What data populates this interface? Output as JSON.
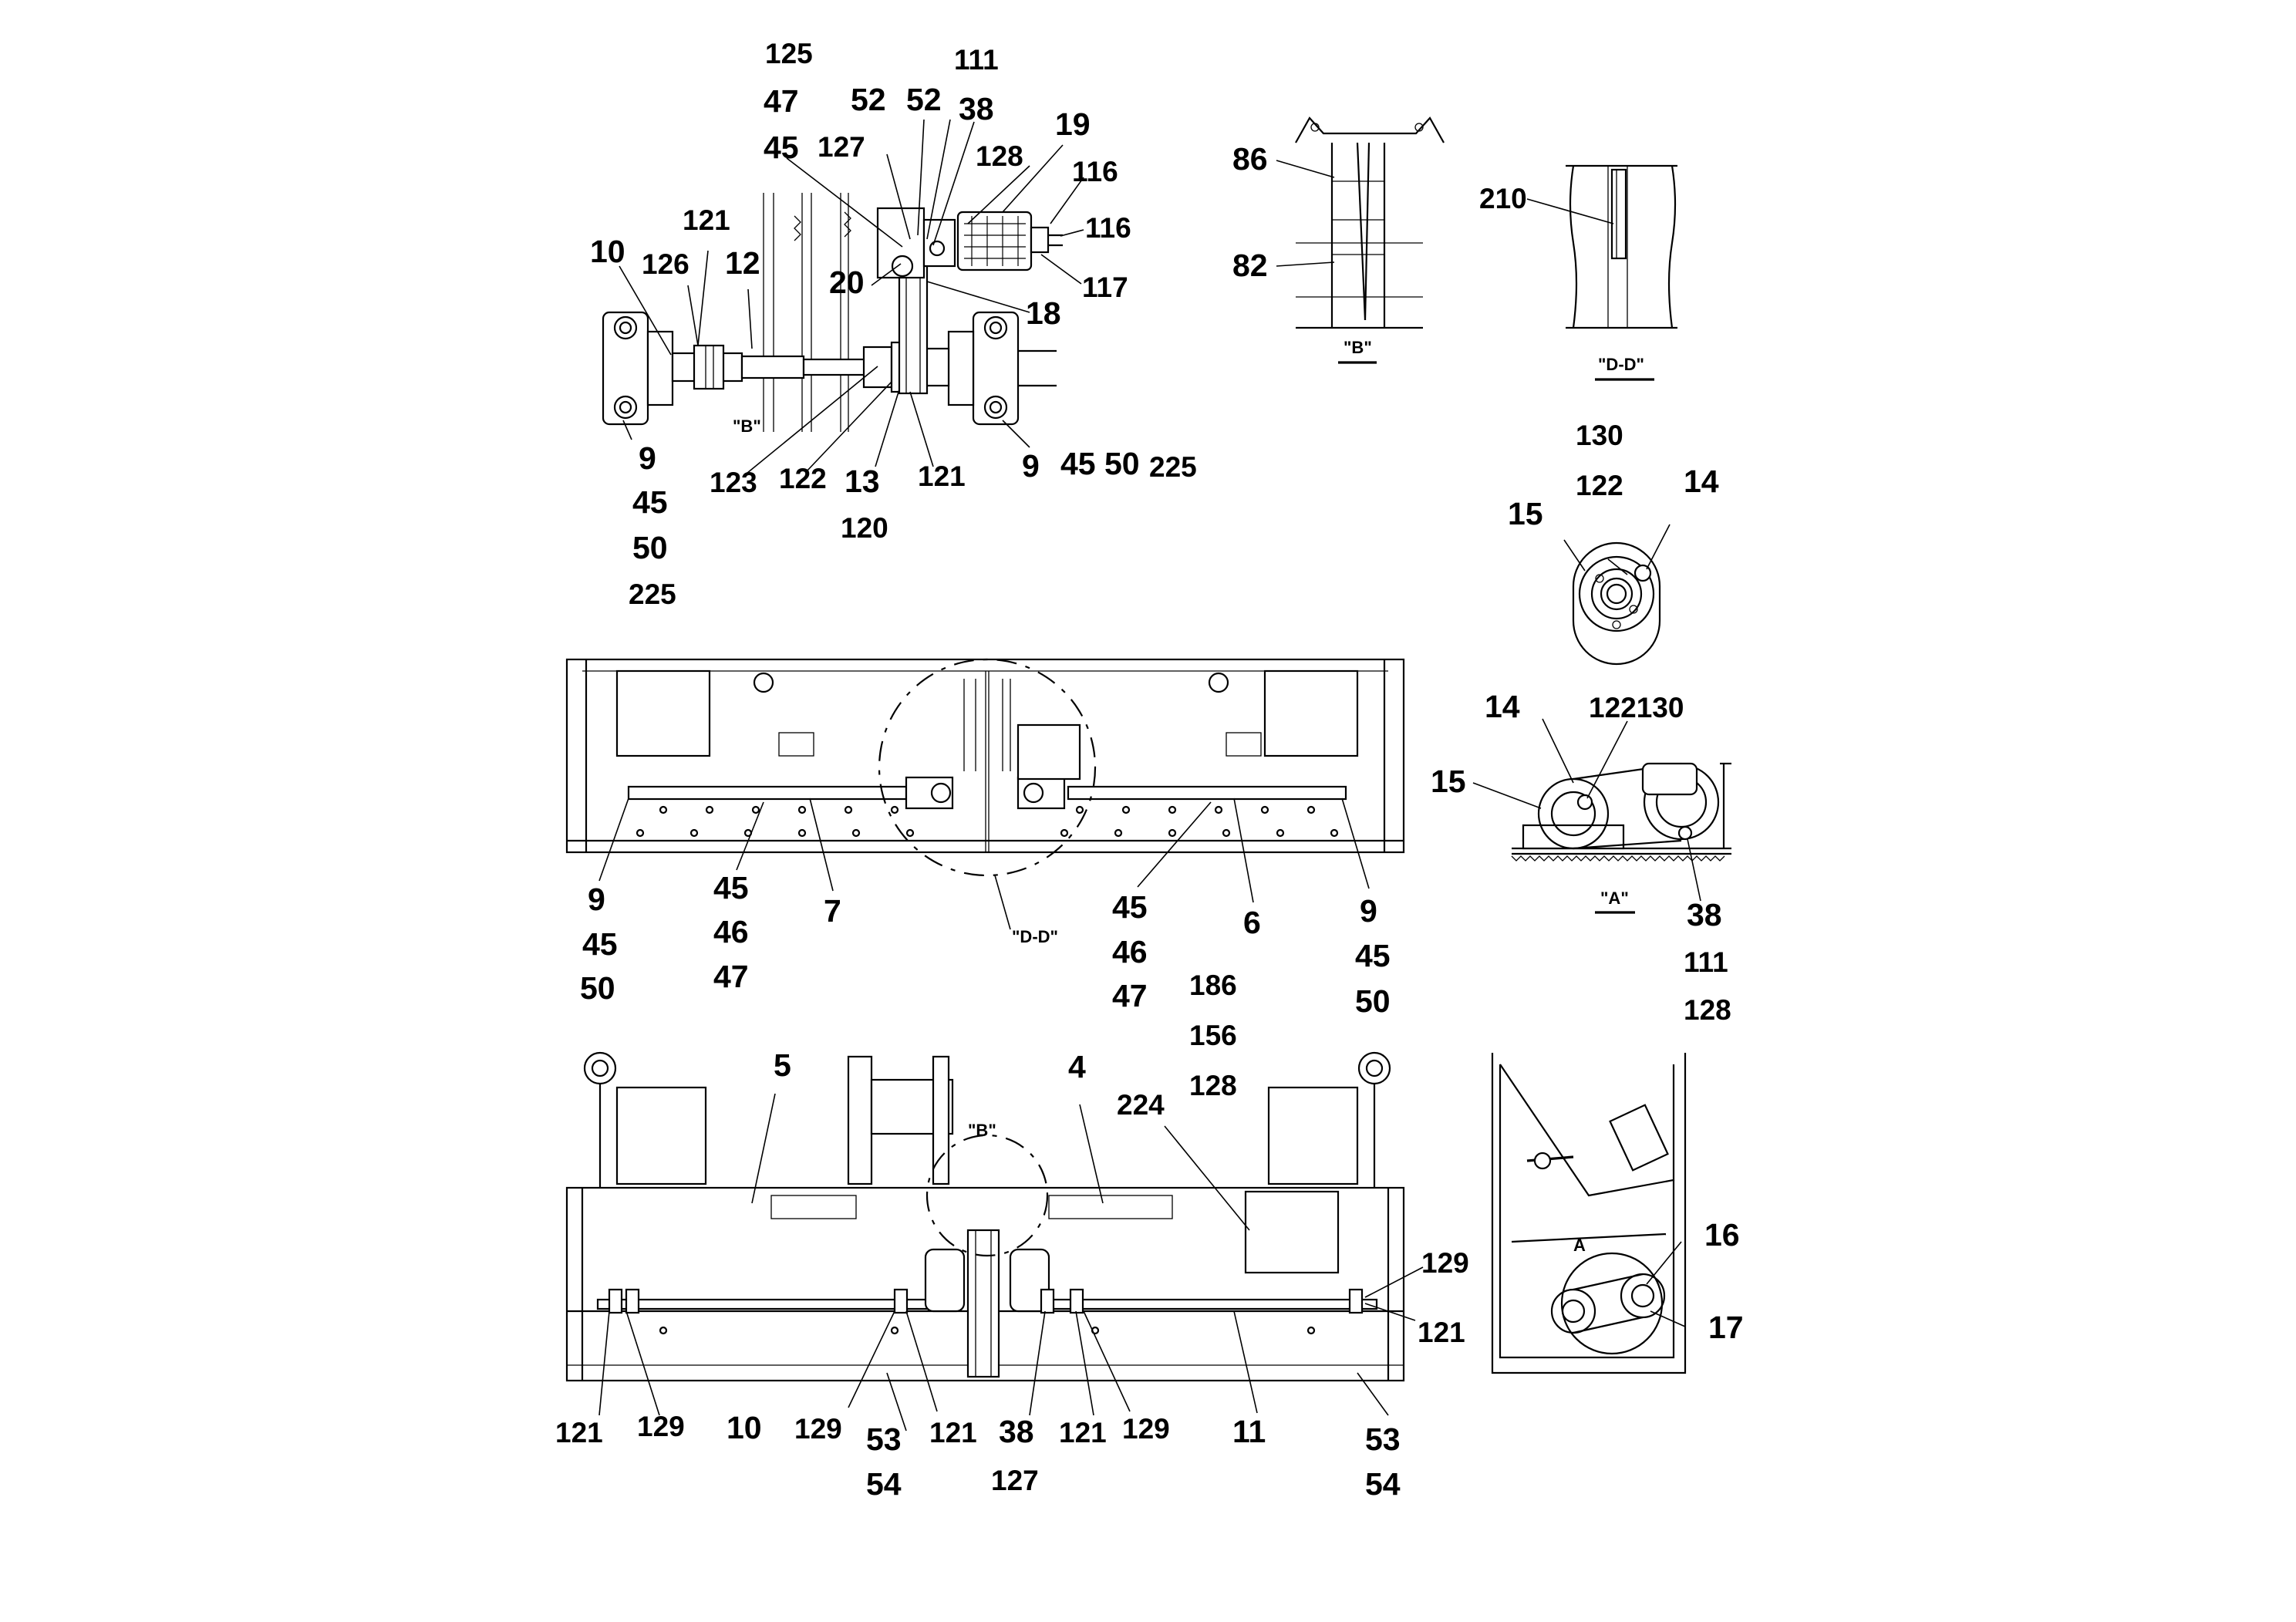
{
  "detail_B_top": {
    "callouts": [
      "125",
      "47",
      "111",
      "52",
      "52",
      "38",
      "45",
      "127",
      "128",
      "19",
      "116",
      "116",
      "121",
      "10",
      "126",
      "12",
      "117",
      "20",
      "18",
      "9",
      "45",
      "50",
      "225",
      "123",
      "122",
      "13",
      "121",
      "120",
      "9",
      "45",
      "50",
      "225"
    ],
    "section_label": "\"B\""
  },
  "view_B": {
    "callouts": [
      "86",
      "82"
    ],
    "caption": "\"B\""
  },
  "view_DD": {
    "callouts": [
      "210"
    ],
    "caption": "\"D-D\""
  },
  "view_pulley": {
    "callouts": [
      "130",
      "122",
      "14",
      "15"
    ]
  },
  "view_A": {
    "callouts": [
      "14",
      "122130",
      "15",
      "38",
      "111",
      "128"
    ],
    "caption": "\"A\""
  },
  "middle_assembly": {
    "callouts": [
      "9",
      "45",
      "50",
      "45",
      "46",
      "47",
      "7",
      "45",
      "46",
      "47",
      "6",
      "9",
      "45",
      "50",
      "186",
      "156",
      "128"
    ],
    "section_label": "\"D-D\""
  },
  "bottom_assembly": {
    "callouts": [
      "5",
      "4",
      "224",
      "129",
      "121",
      "121",
      "129",
      "10",
      "129",
      "53",
      "54",
      "121",
      "38",
      "127",
      "121",
      "129",
      "11",
      "53",
      "54"
    ],
    "section_label": "\"B\""
  },
  "side_view": {
    "callouts": [
      "16",
      "17"
    ],
    "section_label": "A"
  }
}
